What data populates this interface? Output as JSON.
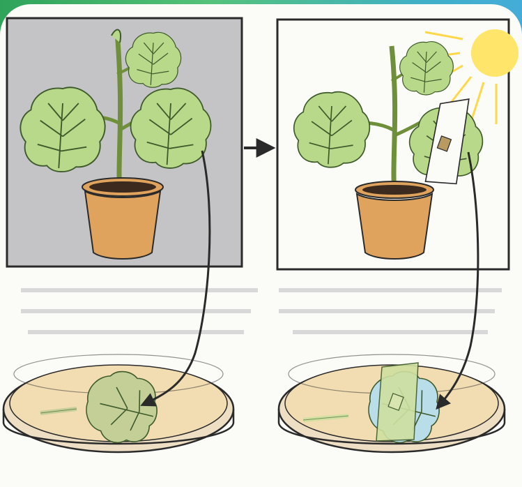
{
  "diagram": {
    "panels": [
      {
        "id": "plant-before",
        "light": "dark"
      },
      {
        "id": "plant-after",
        "light": "sunlight"
      }
    ],
    "dishes": [
      {
        "id": "leaf-in-dish-before"
      },
      {
        "id": "leaf-in-dish-after"
      }
    ],
    "colors": {
      "leaf_green": "#b8d98a",
      "leaf_vein": "#3e5a2b",
      "pot": "#e0a35e",
      "dark_panel": "#c4c4c6",
      "iodine_blue": "#b9dde9",
      "dish_liquid": "#f2dcb2",
      "sun": "#ffe66a"
    }
  }
}
